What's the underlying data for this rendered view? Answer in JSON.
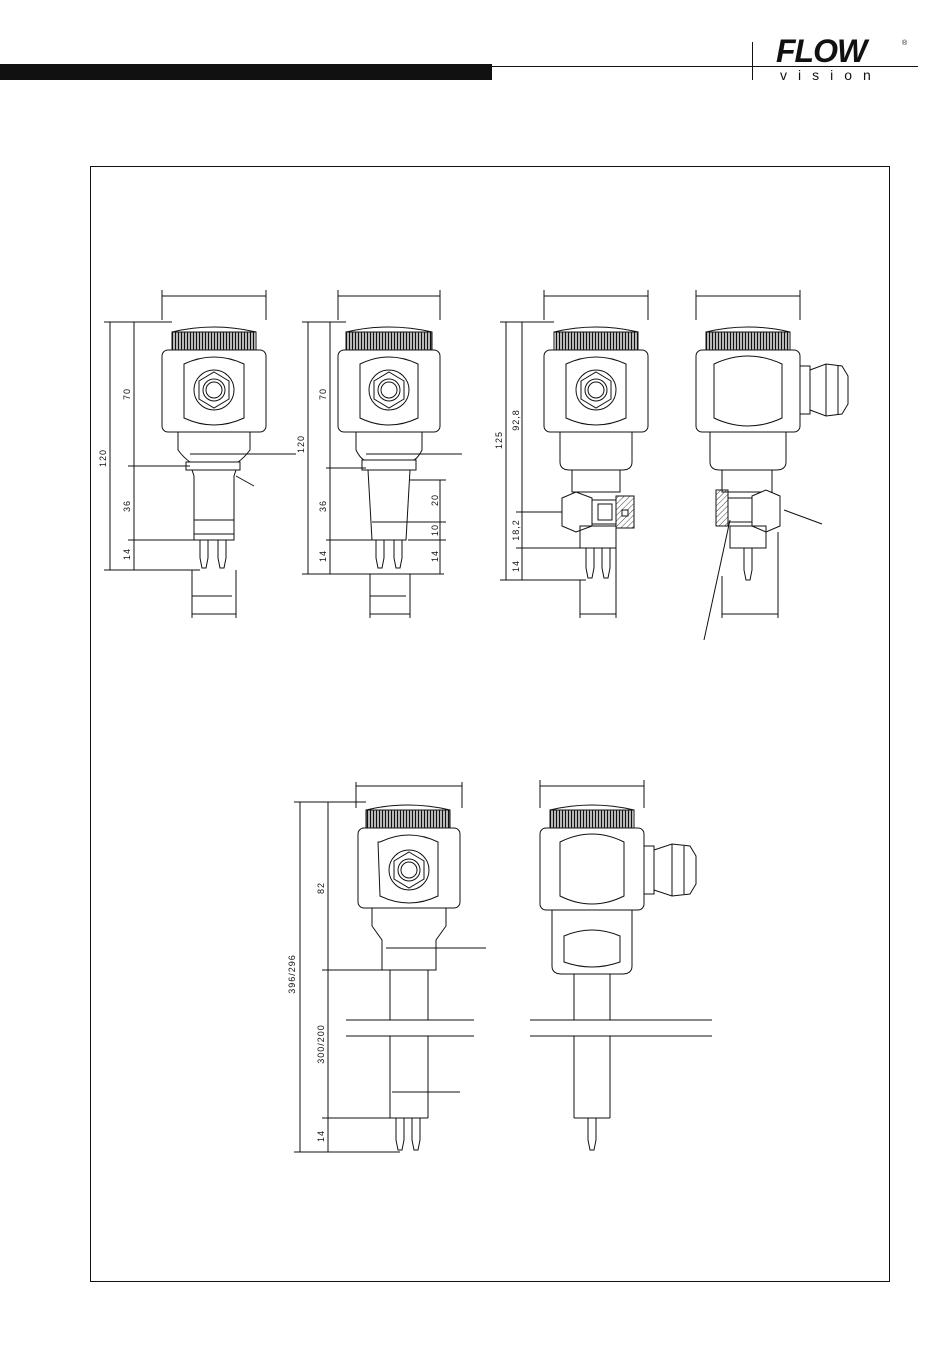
{
  "brand": {
    "name": "FLOW",
    "sub": "vision",
    "mark": "®"
  },
  "dimensions": {
    "view1": {
      "total": "120",
      "upper": "70",
      "lower": "36",
      "tip": "14"
    },
    "view2": {
      "total": "120",
      "upper": "70",
      "lower": "36",
      "tip": "14",
      "a": "20",
      "b": "10"
    },
    "view3": {
      "total": "125",
      "upper": "92,8",
      "lower": "18,2",
      "tip": "14"
    },
    "view5": {
      "total": "396/296",
      "upper": "82",
      "lower": "300/200",
      "tip": "14"
    }
  }
}
